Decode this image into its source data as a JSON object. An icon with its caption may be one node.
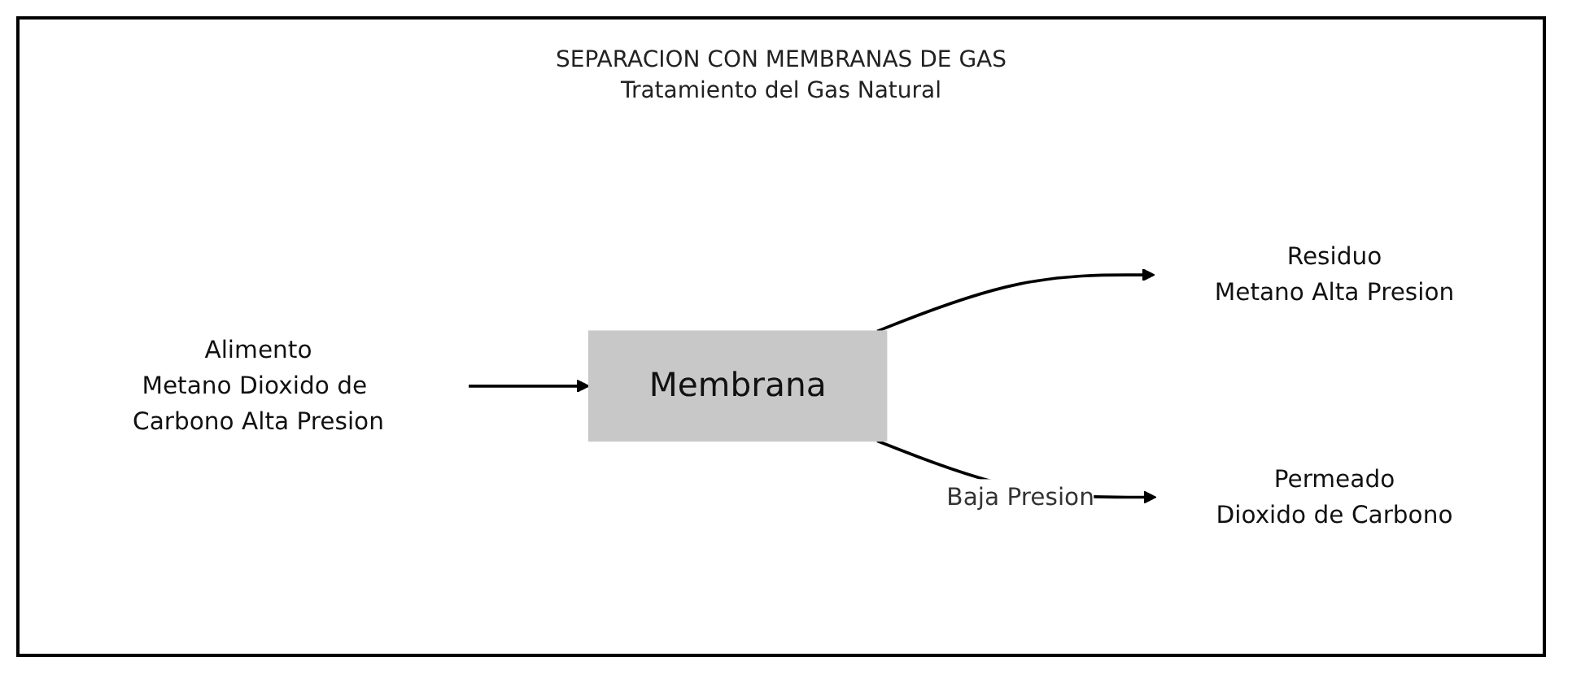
{
  "diagram": {
    "title": "SEPARACION CON MEMBRANAS DE GAS",
    "nodes": [
      {
        "text": [
          "Alimento",
          "Metano Dioxido de Carbono Alta Presion"
        ]
      },
      {
        "text": [
          "Membrana"
        ]
      },
      {
        "text": [
          "Residuo",
          "Metano Alta Presion"
        ]
      },
      {
        "text": [
          "Permeado",
          "Dioxido de Carbono"
        ]
      }
    ],
    "edges": [
      {
        "from": 0,
        "to": 1,
        "arrow": "to"
      },
      {
        "from": 1,
        "to": 2,
        "arrow": "to"
      },
      {
        "from": 1,
        "to": 3,
        "arrow": "to",
        "label": "Baja Presion"
      }
    ],
    "labels": [
      "Tratamiento del Gas Natural"
    ]
  }
}
